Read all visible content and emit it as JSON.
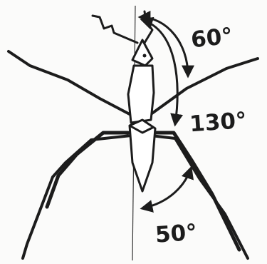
{
  "diagram": {
    "angles": [
      {
        "label": "60°",
        "degrees": 60
      },
      {
        "label": "130°",
        "degrees": 130
      },
      {
        "label": "50°",
        "degrees": 50
      }
    ],
    "ink_color": "#1c1c1c",
    "body_color": "#ffffff"
  }
}
